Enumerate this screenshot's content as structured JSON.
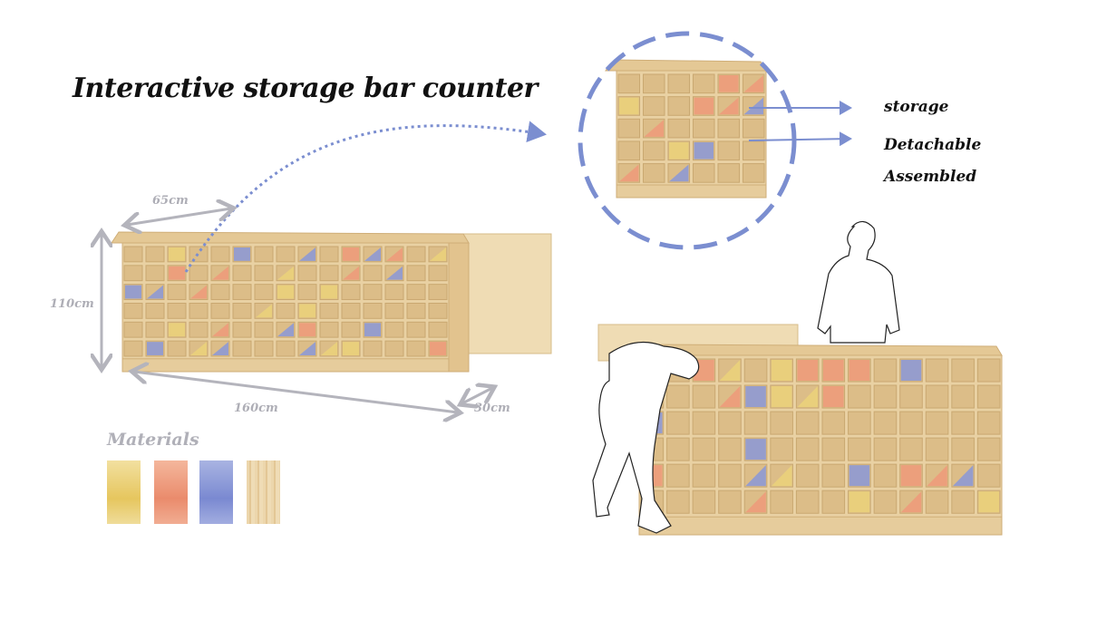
{
  "title": "Interactive storage bar counter",
  "dimensions": {
    "depth_top": "65cm",
    "height": "110cm",
    "length": "160cm",
    "depth": "30cm"
  },
  "callouts": [
    "storage",
    "Detachable",
    "Assembled"
  ],
  "materials": {
    "title": "Materials",
    "swatches": [
      {
        "name": "yellow",
        "color": "#ebd27a"
      },
      {
        "name": "orange",
        "color": "#ee9a7a"
      },
      {
        "name": "blue",
        "color": "#8a98d8"
      },
      {
        "name": "wood",
        "color": "#ead3a8"
      }
    ]
  },
  "colors": {
    "accent": "#7b8ed0",
    "dimension": "#b4b4bc",
    "wood": "#e9d1a3",
    "wood_dark": "#cfb07c"
  }
}
